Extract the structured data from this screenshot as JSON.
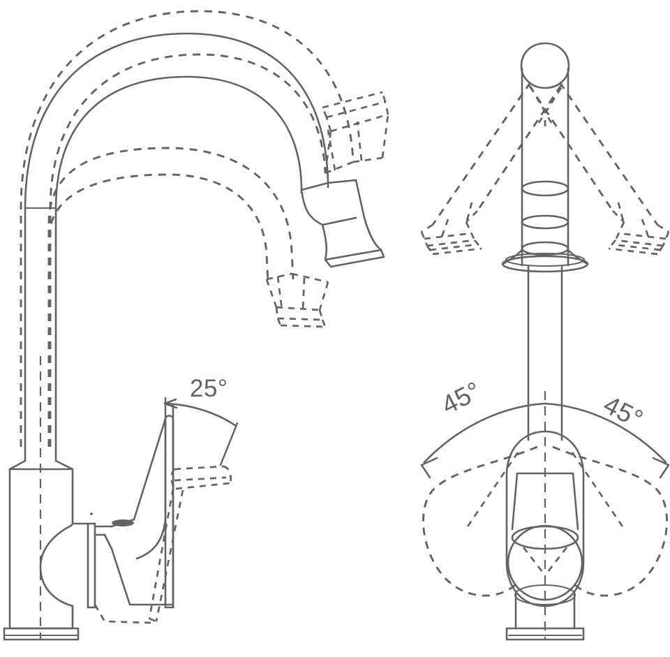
{
  "drawing": {
    "title": "Kitchen faucet rotation technical drawing",
    "background_color": "#ffffff",
    "line_color": "#636363",
    "views": [
      {
        "name": "side-view",
        "description": "Side elevation of single-lever kitchen faucet with gooseneck spout",
        "annotations": [
          {
            "id": "handle-tilt",
            "label": "25°",
            "meaning": "lever handle lift angle"
          }
        ]
      },
      {
        "name": "front-view",
        "description": "Front elevation of faucet showing spout swivel range",
        "annotations": [
          {
            "id": "swivel-left",
            "label": "45°",
            "meaning": "spout rotation to the left"
          },
          {
            "id": "swivel-right",
            "label": "45°",
            "meaning": "spout rotation to the right"
          }
        ]
      }
    ]
  },
  "labels": {
    "handle_angle": "25°",
    "swivel_left_angle": "45°",
    "swivel_right_angle": "45°"
  }
}
